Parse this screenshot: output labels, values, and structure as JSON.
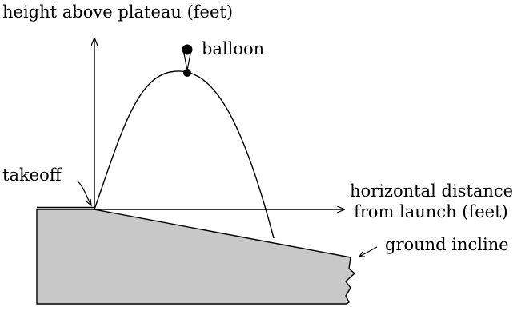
{
  "labels": {
    "y_axis": "height above plateau (feet)",
    "balloon": "balloon",
    "takeoff": "takeoff",
    "x_axis_line1": "horizontal distance",
    "x_axis_line2": "from launch (feet)",
    "ground": "ground incline"
  },
  "colors": {
    "ground_fill": "#c8c8c8",
    "ink": "#000000"
  }
}
